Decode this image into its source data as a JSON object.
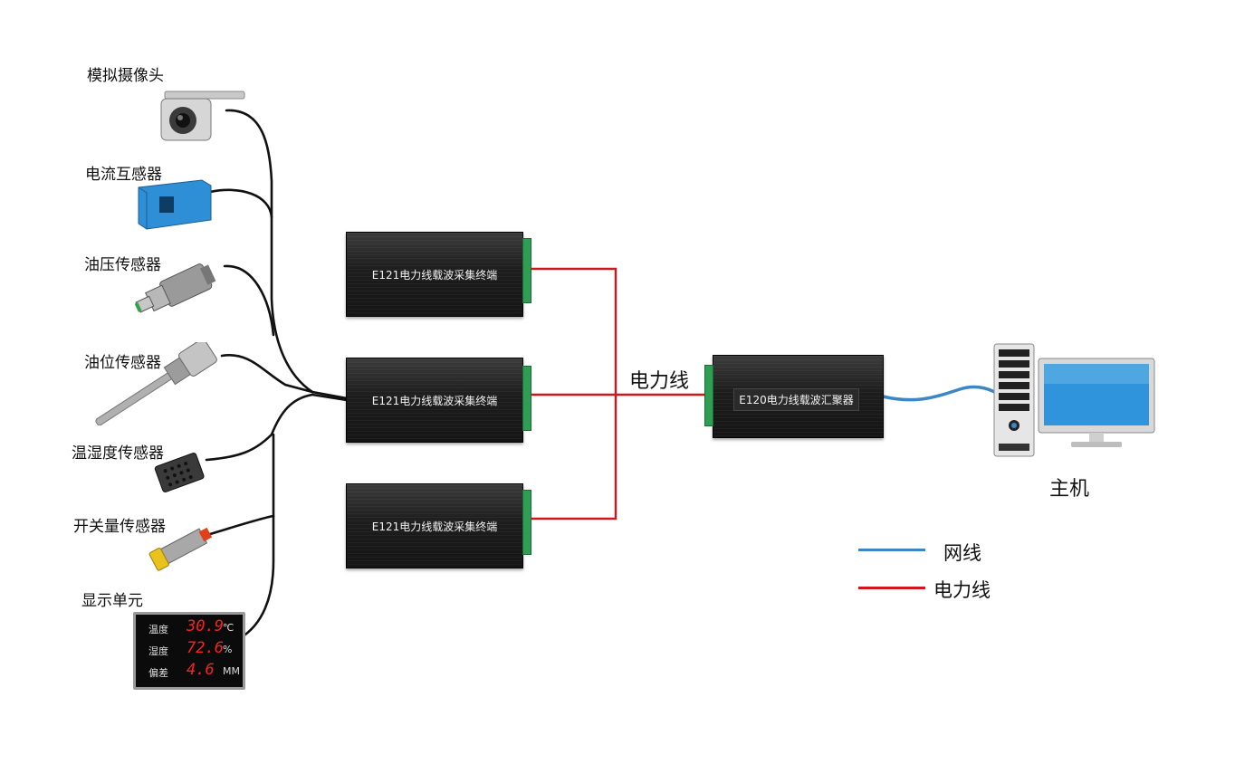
{
  "sensors": [
    {
      "label": "模拟摄像头",
      "icon": "camera-icon"
    },
    {
      "label": "电流互感器",
      "icon": "current-transformer-icon"
    },
    {
      "label": "油压传感器",
      "icon": "oil-pressure-sensor-icon"
    },
    {
      "label": "油位传感器",
      "icon": "oil-level-sensor-icon"
    },
    {
      "label": "温湿度传感器",
      "icon": "temp-humidity-sensor-icon"
    },
    {
      "label": "开关量传感器",
      "icon": "switch-sensor-icon"
    },
    {
      "label": "显示单元",
      "icon": "display-unit-icon"
    }
  ],
  "display_unit": {
    "rows": [
      {
        "key": "温度",
        "value": "30.9",
        "unit": "℃"
      },
      {
        "key": "湿度",
        "value": "72.6",
        "unit": "%"
      },
      {
        "key": "偏差",
        "value": "4.6",
        "unit": "MM"
      }
    ]
  },
  "terminals": [
    {
      "label": "E121电力线载波采集终端"
    },
    {
      "label": "E121电力线载波采集终端"
    },
    {
      "label": "E121电力线载波采集终端"
    }
  ],
  "aggregator": {
    "label": "E120电力线载波汇聚器"
  },
  "power_line_label": "电力线",
  "host": {
    "label": "主机",
    "icon": "computer-icon"
  },
  "legend": [
    {
      "label": "网线",
      "color": "#3d86c6"
    },
    {
      "label": "电力线",
      "color": "#d0161d"
    }
  ],
  "colors": {
    "network": "#3d86c6",
    "power": "#d0161d",
    "cable": "#111111"
  }
}
